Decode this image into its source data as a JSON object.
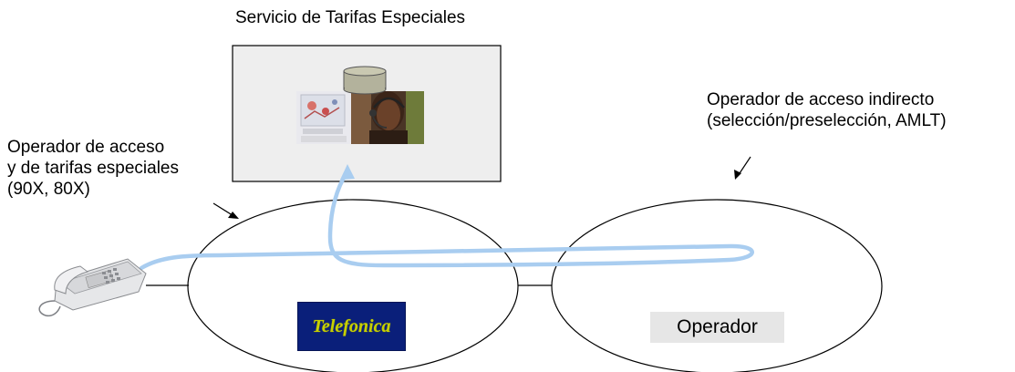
{
  "service": {
    "title": "Servicio de Tarifas Especiales",
    "images": {
      "database_icon": "database-cylinder",
      "computer_photo": "computer-workstation-photo",
      "agent_photo": "call-center-agent-with-headset-photo"
    }
  },
  "left_operator": {
    "lines": [
      "Operador de acceso",
      "y de tarifas especiales",
      "(90X, 80X)"
    ],
    "logo_text": "Telefonica"
  },
  "right_operator": {
    "lines": [
      "Operador de acceso indirecto",
      "(selección/preselección, AMLT)"
    ],
    "box_label": "Operador"
  },
  "phone": {
    "icon": "desk-phone-icon"
  },
  "colors": {
    "call_path": "#a9cdf0",
    "logo_bg": "#0a1f7a",
    "logo_text": "#c7d000",
    "service_box_bg": "#eeeeee",
    "operator_box_bg": "#e6e6e6"
  }
}
